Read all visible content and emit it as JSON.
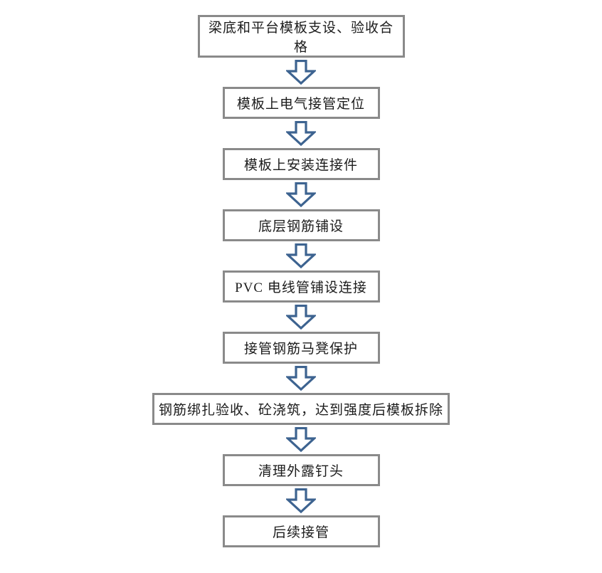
{
  "flowchart": {
    "title": "",
    "steps": [
      {
        "label": "梁底和平台模板支设、验收合格"
      },
      {
        "label": "模板上电气接管定位"
      },
      {
        "label": "模板上安装连接件"
      },
      {
        "label": "底层钢筋铺设"
      },
      {
        "label": "PVC 电线管铺设连接"
      },
      {
        "label": "接管钢筋马凳保护"
      },
      {
        "label": "钢筋绑扎验收、砼浇筑，达到强度后模板拆除"
      },
      {
        "label": "清理外露钉头"
      },
      {
        "label": "后续接管"
      }
    ],
    "connector": "down-block-arrow",
    "colors": {
      "box_border": "#8a8a8a",
      "box_fill": "#ffffff",
      "arrow_stroke": "#3d6390",
      "arrow_fill": "#ffffff",
      "text": "#1c1c1c",
      "background": "#ffffff"
    }
  }
}
